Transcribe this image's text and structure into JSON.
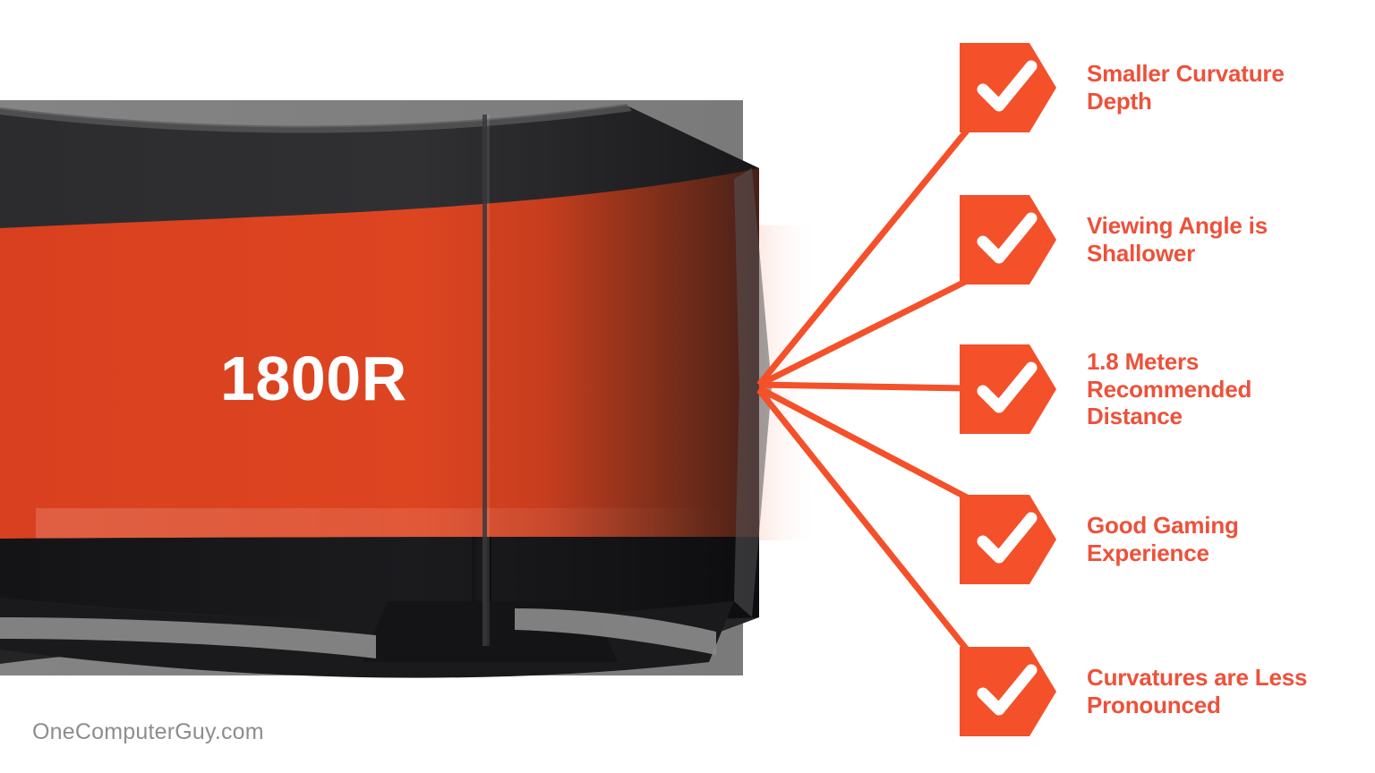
{
  "colors": {
    "accent_orange": "#F4502A",
    "label_orange": "#ED513A",
    "screen_red": "#D8401F",
    "background_gray": "#808080",
    "bezel_black": "#1A1A1A",
    "page_background": "#FFFFFF",
    "watermark_gray": "#8D8D8D"
  },
  "monitor": {
    "screen_label": "1800R",
    "icon": "curved-monitor"
  },
  "features": [
    {
      "check_icon": "check-icon",
      "label": "Smaller Curvature\nDepth"
    },
    {
      "check_icon": "check-icon",
      "label": "Viewing Angle is\nShallower"
    },
    {
      "check_icon": "check-icon",
      "label": "1.8 Meters\nRecommended\nDistance"
    },
    {
      "check_icon": "check-icon",
      "label": "Good Gaming\nExperience"
    },
    {
      "check_icon": "check-icon",
      "label": "Curvatures are Less\nPronounced"
    }
  ],
  "watermark": {
    "text": "OneComputerGuy.com"
  }
}
